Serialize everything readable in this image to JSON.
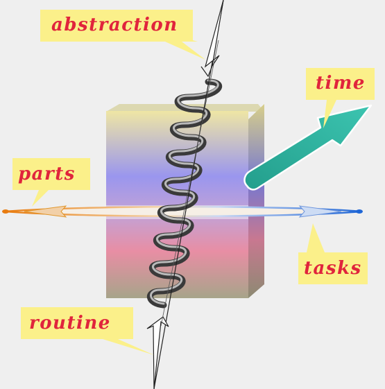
{
  "labels": {
    "abstraction": "abstraction",
    "time": "time",
    "parts": "parts",
    "tasks": "tasks",
    "routine": "routine"
  },
  "colors": {
    "background": "#efefef",
    "label_fill": "#fbf08a",
    "label_text": "#e0243c",
    "time_arrow": "#2fb3a0",
    "spring": "#555555",
    "cube_top": "#efe7a6",
    "cube_upper": "#8c8ff0",
    "cube_lower": "#e88fa6",
    "horizontal_axis_left": "#e87c10",
    "horizontal_axis_right": "#1f66d6"
  }
}
